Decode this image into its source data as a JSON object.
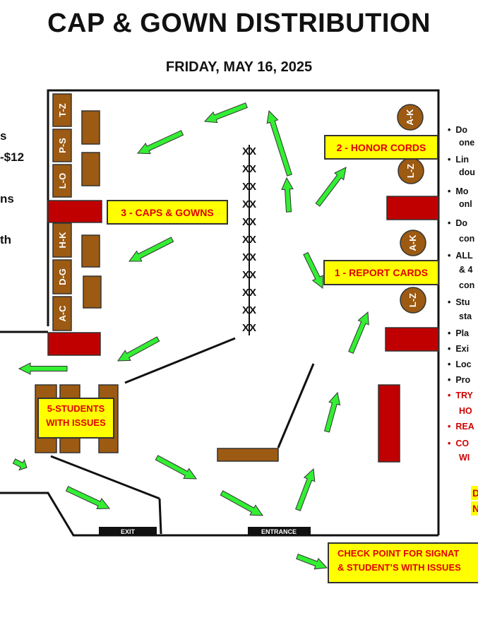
{
  "header": {
    "title": "CAP & GOWN DISTRIBUTION",
    "subtitle": "FRIDAY, MAY 16, 2025"
  },
  "left_fragments": [
    "s",
    "-$12",
    "ns",
    "th"
  ],
  "tables": {
    "left_column": [
      "T-Z",
      "P-S",
      "L-O",
      "H-K",
      "D-G",
      "A-C"
    ],
    "round_top": [
      "A-K",
      "L-Z"
    ],
    "round_bottom": [
      "A-K",
      "L-Z"
    ]
  },
  "stations": {
    "honor_cords": "2 - HONOR CORDS",
    "caps_gowns": "3 - CAPS & GOWNS",
    "report_cards": "1 - REPORT CARDS",
    "students_issues_line1": "5-STUDENTS",
    "students_issues_line2": "WITH ISSUES",
    "checkpoint_line1": "CHECK POINT FOR SIGNAT",
    "checkpoint_line2": "& STUDENT’S WITH ISSUES"
  },
  "doors": {
    "exit": "EXIT",
    "entrance": "ENTRANCE"
  },
  "barrier_mark": "XX",
  "right_notes": [
    {
      "text": "Do",
      "bullet": true,
      "red": false
    },
    {
      "text": "one",
      "bullet": false,
      "red": false
    },
    {
      "text": "Lin",
      "bullet": true,
      "red": false
    },
    {
      "text": "dou",
      "bullet": false,
      "red": false
    },
    {
      "text": "Mo",
      "bullet": true,
      "red": false
    },
    {
      "text": "onl",
      "bullet": false,
      "red": false
    },
    {
      "text": "Do",
      "bullet": true,
      "red": false
    },
    {
      "text": "con",
      "bullet": false,
      "red": false
    },
    {
      "text": "ALL",
      "bullet": true,
      "red": false
    },
    {
      "text": "& 4",
      "bullet": false,
      "red": false
    },
    {
      "text": "con",
      "bullet": false,
      "red": false
    },
    {
      "text": "Stu",
      "bullet": true,
      "red": false
    },
    {
      "text": "sta",
      "bullet": false,
      "red": false
    },
    {
      "text": "Pla",
      "bullet": true,
      "red": false
    },
    {
      "text": "Exi",
      "bullet": true,
      "red": false
    },
    {
      "text": "Loc",
      "bullet": true,
      "red": false
    },
    {
      "text": "Pro",
      "bullet": true,
      "red": false
    },
    {
      "text": "TRY",
      "bullet": true,
      "red": true
    },
    {
      "text": "HO",
      "bullet": false,
      "red": true
    },
    {
      "text": "REA",
      "bullet": true,
      "red": true
    },
    {
      "text": "CO",
      "bullet": true,
      "red": true
    },
    {
      "text": "WI",
      "bullet": false,
      "red": true
    }
  ],
  "bottom_right": [
    "D",
    "N"
  ],
  "colors": {
    "arrow": "#33ee33",
    "table_brown": "#9c5a12",
    "table_red": "#c00000",
    "label_bg": "#ffff00",
    "label_text": "#e00000"
  }
}
